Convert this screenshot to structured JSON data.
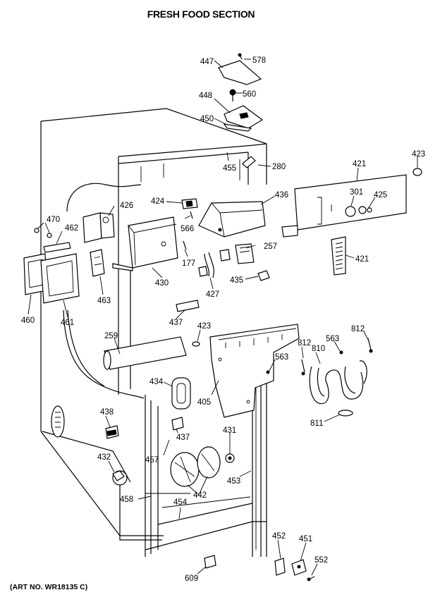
{
  "title": "FRESH FOOD SECTION",
  "art_number": "(ART NO. WR18135 C)",
  "callouts": {
    "c578": "578",
    "c447": "447",
    "c560": "560",
    "c448": "448",
    "c450": "450",
    "c423a": "423",
    "c421a": "421",
    "c280": "280",
    "c455": "455",
    "c436": "436",
    "c424": "424",
    "c301": "301",
    "c425": "425",
    "c426": "426",
    "c470": "470",
    "c462": "462",
    "c566": "566",
    "c257": "257",
    "c421b": "421",
    "c177": "177",
    "c430": "430",
    "c463": "463",
    "c435": "435",
    "c427": "427",
    "c460": "460",
    "c461": "461",
    "c437a": "437",
    "c423b": "423",
    "c812a": "812",
    "c563a": "563",
    "c259": "259",
    "c812b": "812",
    "c810": "810",
    "c563b": "563",
    "c434": "434",
    "c405": "405",
    "c438": "438",
    "c811": "811",
    "c437b": "437",
    "c431": "431",
    "c432": "432",
    "c457": "457",
    "c442": "442",
    "c453": "453",
    "c458": "458",
    "c454": "454",
    "c452": "452",
    "c451": "451",
    "c552": "552",
    "c609": "609"
  }
}
